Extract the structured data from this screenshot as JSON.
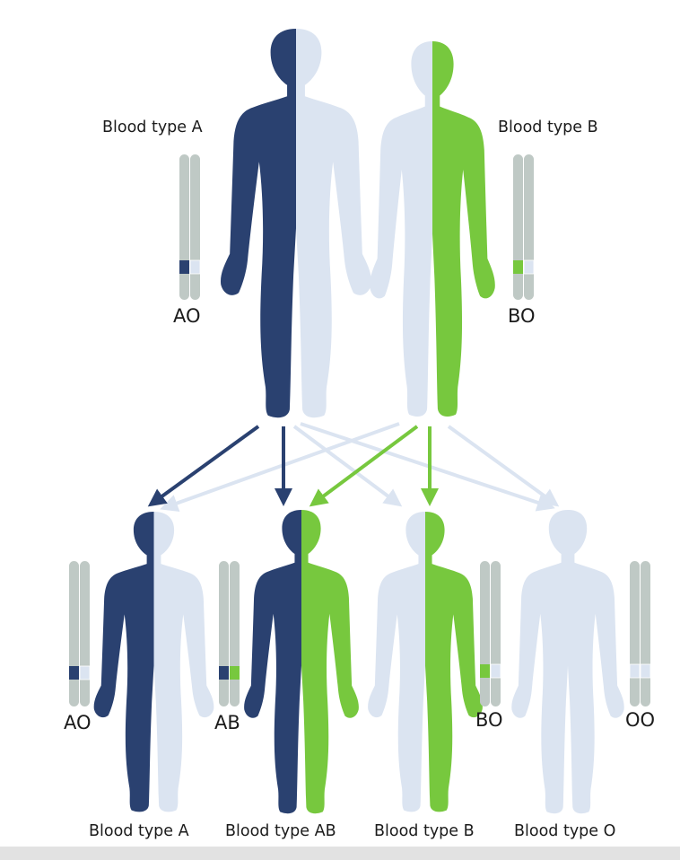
{
  "colors": {
    "type_a": "#2a4170",
    "type_b": "#77c83e",
    "none": "#dbe4f1",
    "chromosome": "#bfc9c5",
    "text": "#1b1b1b"
  },
  "parents": {
    "father": {
      "blood_type": "Blood type A",
      "genotype": "AO"
    },
    "mother": {
      "blood_type": "Blood type B",
      "genotype": "BO"
    }
  },
  "children": [
    {
      "blood_type": "Blood type A",
      "genotype": "AO"
    },
    {
      "blood_type": "Blood type AB",
      "genotype": "AB"
    },
    {
      "blood_type": "Blood type B",
      "genotype": "BO"
    },
    {
      "blood_type": "Blood type O",
      "genotype": "OO"
    }
  ]
}
